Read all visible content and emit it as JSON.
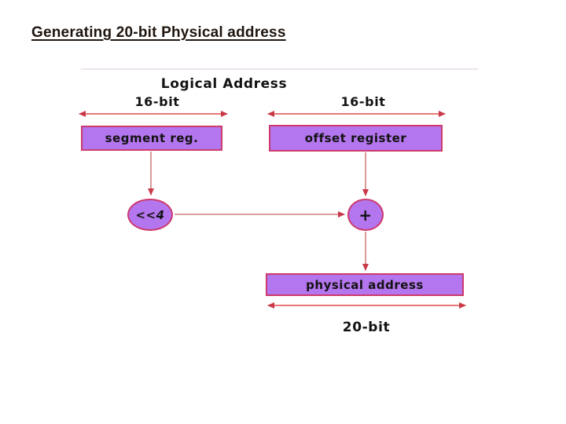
{
  "title": "Generating 20-bit Physical address",
  "diagram": {
    "logical_address_label": "Logical Address",
    "segment_width_label": "16-bit",
    "offset_width_label": "16-bit",
    "segment_box_label": "segment reg.",
    "offset_box_label": "offset register",
    "shift_label": "<<4",
    "adder_label": "+",
    "physical_box_label": "physical address",
    "physical_width_label": "20-bit"
  },
  "colors": {
    "title_color": "#1f150e",
    "box_fill": "#b476ee",
    "box_border": "#cd3a6d",
    "measure_arrow": "#e04b4b",
    "connector_line": "#d49090",
    "arrowhead": "#c93a49",
    "divider_line": "#f0e4ee",
    "label_color": "#121212"
  }
}
